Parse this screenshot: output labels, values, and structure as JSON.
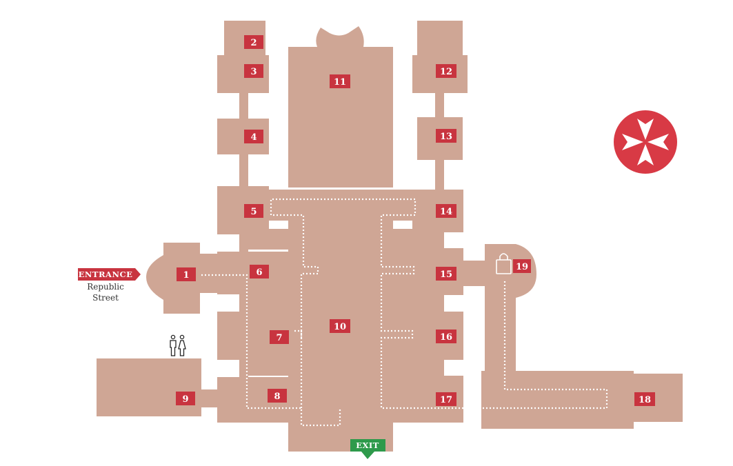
{
  "colors": {
    "room": "#cfa695",
    "label": "#c8343f",
    "exit": "#2e9a4b",
    "accent": "#d83a45"
  },
  "entrance": {
    "label": "ENTRANCE",
    "street_line1": "Republic",
    "street_line2": "Street"
  },
  "exit": {
    "label": "EXIT"
  },
  "rooms": [
    {
      "id": "1",
      "label": "1"
    },
    {
      "id": "2",
      "label": "2"
    },
    {
      "id": "3",
      "label": "3"
    },
    {
      "id": "4",
      "label": "4"
    },
    {
      "id": "5",
      "label": "5"
    },
    {
      "id": "6",
      "label": "6"
    },
    {
      "id": "7",
      "label": "7"
    },
    {
      "id": "8",
      "label": "8"
    },
    {
      "id": "9",
      "label": "9"
    },
    {
      "id": "10",
      "label": "10"
    },
    {
      "id": "11",
      "label": "11"
    },
    {
      "id": "12",
      "label": "12"
    },
    {
      "id": "13",
      "label": "13"
    },
    {
      "id": "14",
      "label": "14"
    },
    {
      "id": "15",
      "label": "15"
    },
    {
      "id": "16",
      "label": "16"
    },
    {
      "id": "17",
      "label": "17"
    },
    {
      "id": "18",
      "label": "18"
    },
    {
      "id": "19",
      "label": "19"
    }
  ],
  "icons": {
    "restrooms": "restroom-icon",
    "shop": "shopping-bag-icon",
    "emblem": "maltese-cross-icon"
  }
}
